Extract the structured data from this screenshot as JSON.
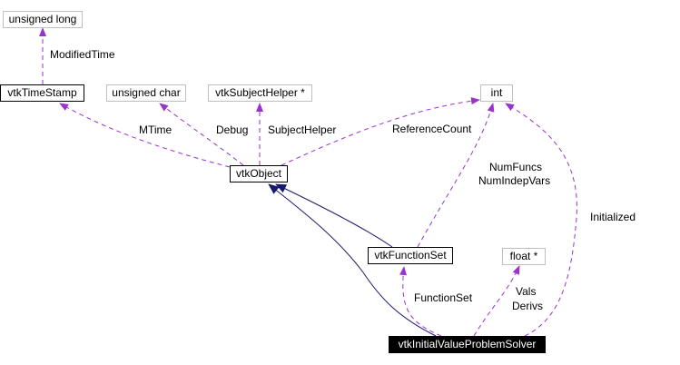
{
  "nodes": {
    "unsigned_long": "unsigned long",
    "vtkTimeStamp": "vtkTimeStamp",
    "unsigned_char": "unsigned char",
    "vtkSubjectHelper": "vtkSubjectHelper *",
    "int": "int",
    "vtkObject": "vtkObject",
    "vtkFunctionSet": "vtkFunctionSet",
    "float_ptr": "float *",
    "solver": "vtkInitialValueProblemSolver"
  },
  "edge_labels": {
    "modified_time": "ModifiedTime",
    "mtime": "MTime",
    "debug": "Debug",
    "subject_helper": "SubjectHelper",
    "reference_count": "ReferenceCount",
    "num_funcs": "NumFuncs",
    "num_indep_vars": "NumIndepVars",
    "initialized": "Initialized",
    "function_set": "FunctionSet",
    "vals": "Vals",
    "derivs": "Derivs"
  },
  "colors": {
    "usage": "#9a32cd",
    "inheritance": "#191970"
  }
}
